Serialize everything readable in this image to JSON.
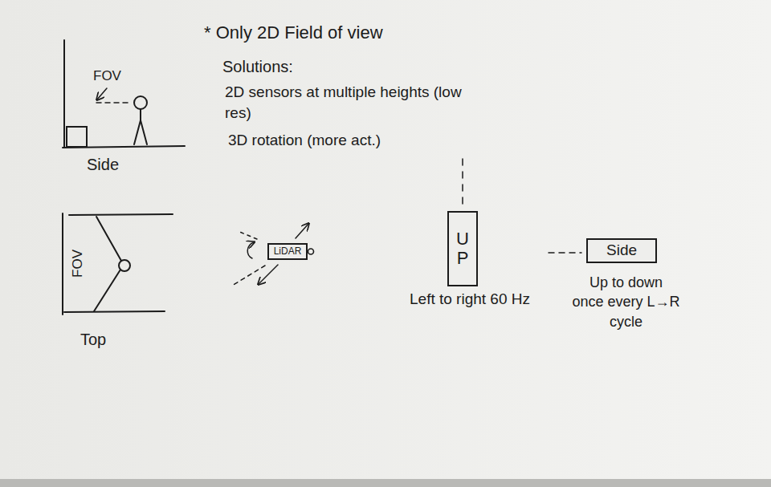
{
  "diagram": {
    "title": "* Only 2D Field of view",
    "nodes": [
      {
        "text": [
          "LiDAR"
        ]
      },
      {
        "text": [
          "UP"
        ]
      },
      {
        "text": [
          "Side"
        ]
      }
    ],
    "labels": [
      "Solutions:",
      "2D sensors at multiple heights (low res)",
      "3D rotation (more act.)",
      "FOV",
      "Side",
      "FOV",
      "Top",
      "Left to right 60 Hz",
      "Up to down once every L→R cycle"
    ]
  }
}
